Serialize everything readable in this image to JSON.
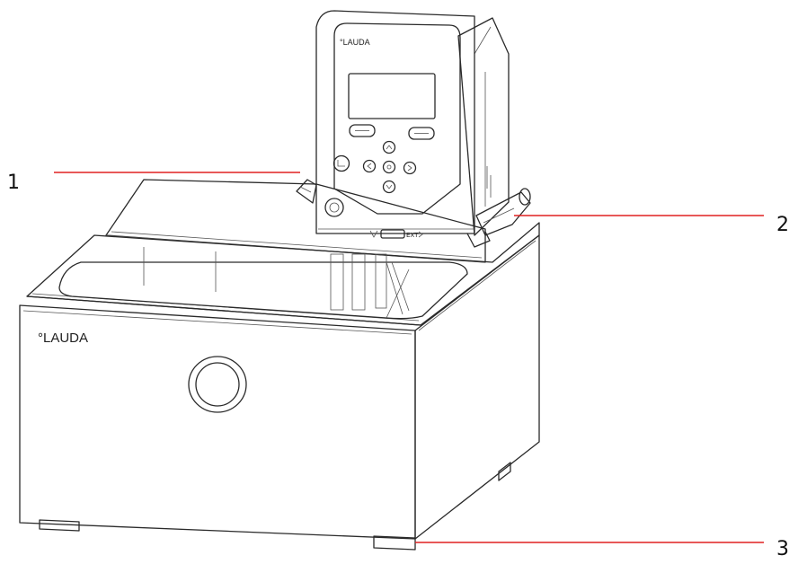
{
  "diagram": {
    "callouts": [
      {
        "number": "1"
      },
      {
        "number": "2"
      },
      {
        "number": "3"
      }
    ],
    "brand_bath": "°LAUDA",
    "brand_head": "°LAUDA",
    "connector_label": "EXT",
    "colors": {
      "leader_line": "#e02020",
      "outline": "#2a2a2a",
      "background": "#ffffff"
    }
  }
}
